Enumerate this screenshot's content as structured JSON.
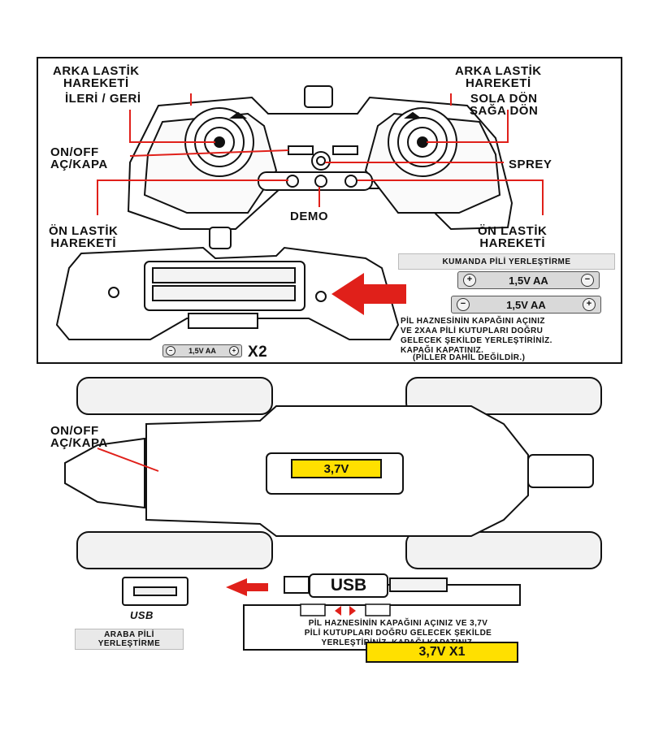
{
  "remote": {
    "rear_left_label": [
      "ARKA LASTİK",
      "HAREKETİ"
    ],
    "forward_back": "İLERİ / GERİ",
    "rear_right_label": [
      "ARKA LASTİK",
      "HAREKETİ"
    ],
    "turn_label": [
      "SOLA DÖN",
      "SAĞA DÖN"
    ],
    "onoff_label": [
      "ON/OFF",
      "AÇ/KAPA"
    ],
    "spray_label": "SPREY",
    "demo_label": "DEMO",
    "front_left_label": [
      "ÖN LASTİK",
      "HAREKETİ"
    ],
    "front_right_label": [
      "ÖN LASTİK",
      "HAREKETİ"
    ]
  },
  "remote_battery": {
    "title": "KUMANDA PİLİ YERLEŞTİRME",
    "battery_text": "1,5V AA",
    "plus": "+",
    "minus": "−",
    "instructions": [
      "PİL HAZNESİNİN KAPAĞINI AÇINIZ",
      "VE 2XAA PİLİ KUTUPLARI DOĞRU",
      "GELECEK ŞEKİLDE YERLEŞTİRİNİZ.",
      "KAPAĞI KAPATINIZ."
    ],
    "note": "(PİLLER DAHİL DEĞİLDİR.)",
    "compartment_label": "1,5V AA",
    "quantity": "X2"
  },
  "car": {
    "onoff_label": [
      "ON/OFF",
      "AÇ/KAPA"
    ],
    "battery_slot": "3,7V",
    "usb_logo": "USB",
    "usb_plug": "USB",
    "car_battery_title": [
      "ARABA PİLİ",
      "YERLEŞTİRME"
    ],
    "instructions": [
      "PİL HAZNESİNİN KAPAĞINI AÇINIZ VE 3,7V",
      "PİLİ KUTUPLARI DOĞRU GELECEK ŞEKİLDE",
      "YERLEŞTİRİNİZ. KAPAĞI KAPATINIZ."
    ],
    "battery_qty": "3,7V X1"
  },
  "colors": {
    "accent_red": "#e0201a",
    "battery_yellow": "#ffe000"
  }
}
